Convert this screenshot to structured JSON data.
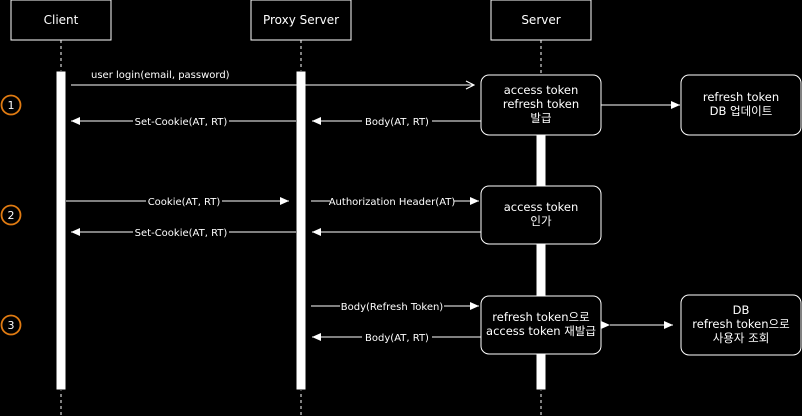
{
  "participants": {
    "client": "Client",
    "proxy": "Proxy Server",
    "server": "Server"
  },
  "steps": [
    "1",
    "2",
    "3"
  ],
  "messages": {
    "login": "user login(email, password)",
    "set_cookie_1": "Set-Cookie(AT, RT)",
    "body_1": "Body(AT, RT)",
    "cookie": "Cookie(AT, RT)",
    "auth_header": "Authorization Header(AT)",
    "set_cookie_2": "Set-Cookie(AT, RT)",
    "body_refresh": "Body(Refresh Token)",
    "body_3": "Body(AT, RT)"
  },
  "boxes": {
    "issue": [
      "access token",
      "refresh token",
      "발급"
    ],
    "db_update": [
      "refresh token",
      "DB 업데이트"
    ],
    "authorize": [
      "access token",
      "인가"
    ],
    "reissue": [
      "refresh token으로",
      "access token 재발급"
    ],
    "db_lookup": [
      "DB",
      "refresh token으로",
      "사용자 조회"
    ]
  },
  "colors": {
    "background": "#000000",
    "line": "#ffffff",
    "step_circle": "#e07b12"
  }
}
